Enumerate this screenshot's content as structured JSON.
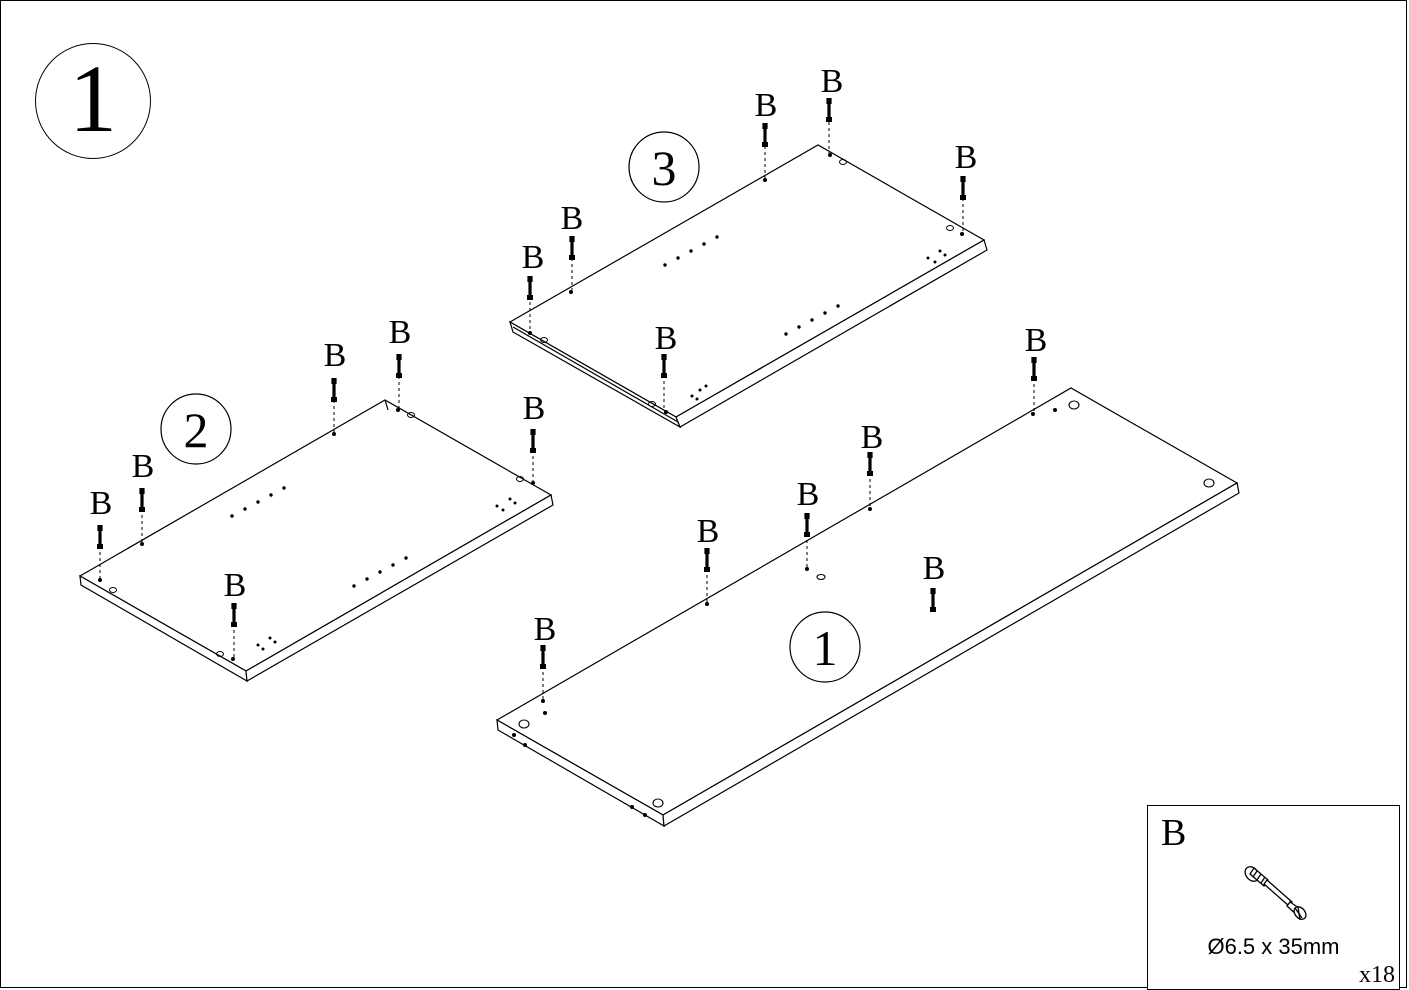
{
  "step": {
    "number": "1"
  },
  "parts": [
    {
      "id": "3",
      "label": "3"
    },
    {
      "id": "2",
      "label": "2"
    },
    {
      "id": "1",
      "label": "1"
    }
  ],
  "fastener_label": "B",
  "legend": {
    "letter": "B",
    "icon": "cam-dowel-icon",
    "size": "Ø6.5 x 35mm",
    "quantity": "x18"
  }
}
